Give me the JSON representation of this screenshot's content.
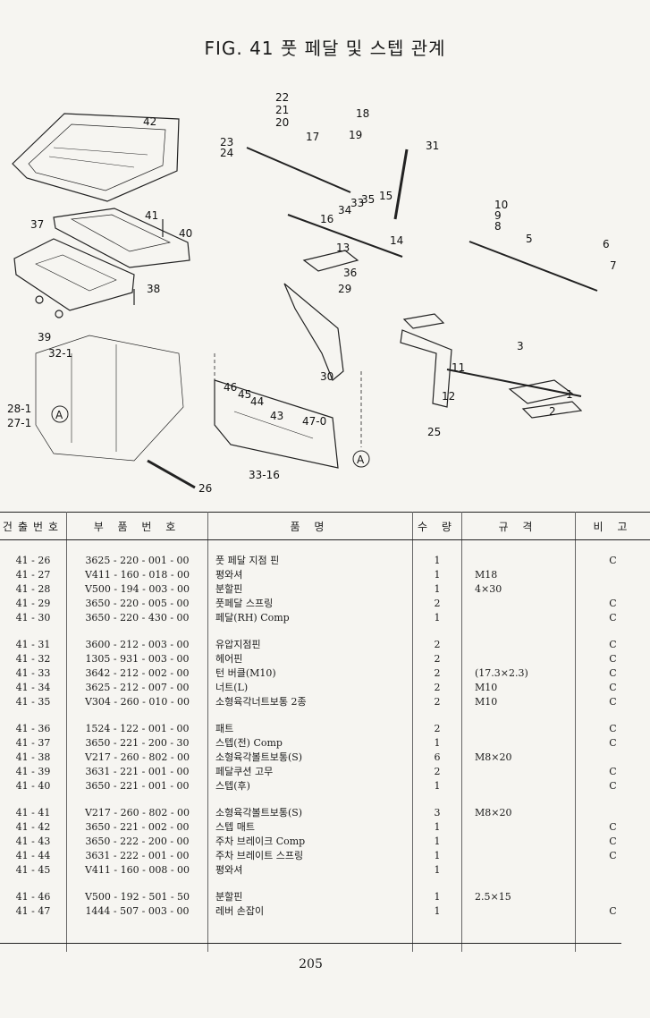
{
  "title": "FIG. 41 풋 페달 및 스텝 관계",
  "callouts": [
    "42",
    "41",
    "40",
    "37",
    "38",
    "39",
    "32-1",
    "28-1",
    "27-1",
    "22",
    "21",
    "20",
    "18",
    "19",
    "17",
    "23",
    "24",
    "31",
    "15",
    "35",
    "34",
    "33",
    "16",
    "14",
    "13",
    "36",
    "29",
    "30",
    "25",
    "11",
    "12",
    "10",
    "9",
    "8",
    "5",
    "6",
    "7",
    "1",
    "2",
    "3",
    "26",
    "33-16",
    "46",
    "45",
    "44",
    "43",
    "47-0"
  ],
  "callout_labels": {
    "a": "A"
  },
  "headers": {
    "no": "건출번호",
    "pn": "부 품 번 호",
    "nm": "품 명",
    "qty": "수 량",
    "spec": "규 격",
    "rem": "비 고"
  },
  "groups": [
    [
      {
        "no": "41 - 26",
        "pn": "3625 - 220 - 001 - 00",
        "nm": "풋 페달 지점 핀",
        "qty": "1",
        "spec": "",
        "rem": "C"
      },
      {
        "no": "41 - 27",
        "pn": "V411 - 160 - 018 - 00",
        "nm": "평와셔",
        "qty": "1",
        "spec": "M18",
        "rem": ""
      },
      {
        "no": "41 - 28",
        "pn": "V500 - 194 - 003 - 00",
        "nm": "분할핀",
        "qty": "1",
        "spec": "4×30",
        "rem": ""
      },
      {
        "no": "41 - 29",
        "pn": "3650 - 220 - 005 - 00",
        "nm": "풋페달 스프링",
        "qty": "2",
        "spec": "",
        "rem": "C"
      },
      {
        "no": "41 - 30",
        "pn": "3650 - 220 - 430 - 00",
        "nm": "페달(RH) Comp",
        "qty": "1",
        "spec": "",
        "rem": "C"
      }
    ],
    [
      {
        "no": "41 - 31",
        "pn": "3600 - 212 - 003 - 00",
        "nm": "유압지점핀",
        "qty": "2",
        "spec": "",
        "rem": "C"
      },
      {
        "no": "41 - 32",
        "pn": "1305 - 931 - 003 - 00",
        "nm": "헤어핀",
        "qty": "2",
        "spec": "",
        "rem": "C"
      },
      {
        "no": "41 - 33",
        "pn": "3642 - 212 - 002 - 00",
        "nm": "턴 버클(M10)",
        "qty": "2",
        "spec": "(17.3×2.3)",
        "rem": "C"
      },
      {
        "no": "41 - 34",
        "pn": "3625 - 212 - 007 - 00",
        "nm": "너트(L)",
        "qty": "2",
        "spec": "M10",
        "rem": "C"
      },
      {
        "no": "41 - 35",
        "pn": "V304 - 260 - 010 - 00",
        "nm": "소형육각너트보통 2종",
        "qty": "2",
        "spec": "M10",
        "rem": "C"
      }
    ],
    [
      {
        "no": "41 - 36",
        "pn": "1524 - 122 - 001 - 00",
        "nm": "패트",
        "qty": "2",
        "spec": "",
        "rem": "C"
      },
      {
        "no": "41 - 37",
        "pn": "3650 - 221 - 200 - 30",
        "nm": "스텝(전) Comp",
        "qty": "1",
        "spec": "",
        "rem": "C"
      },
      {
        "no": "41 - 38",
        "pn": "V217 - 260 - 802 - 00",
        "nm": "소형육각볼트보통(S)",
        "qty": "6",
        "spec": "M8×20",
        "rem": ""
      },
      {
        "no": "41 - 39",
        "pn": "3631 - 221 - 001 - 00",
        "nm": "페달쿠션 고무",
        "qty": "2",
        "spec": "",
        "rem": "C"
      },
      {
        "no": "41 - 40",
        "pn": "3650 - 221 - 001 - 00",
        "nm": "스텝(후)",
        "qty": "1",
        "spec": "",
        "rem": "C"
      }
    ],
    [
      {
        "no": "41 - 41",
        "pn": "V217 - 260 - 802 - 00",
        "nm": "소형육각볼트보통(S)",
        "qty": "3",
        "spec": "M8×20",
        "rem": ""
      },
      {
        "no": "41 - 42",
        "pn": "3650 - 221 - 002 - 00",
        "nm": "스텝 매트",
        "qty": "1",
        "spec": "",
        "rem": "C"
      },
      {
        "no": "41 - 43",
        "pn": "3650 - 222 - 200 - 00",
        "nm": "주차 브레이크 Comp",
        "qty": "1",
        "spec": "",
        "rem": "C"
      },
      {
        "no": "41 - 44",
        "pn": "3631 - 222 - 001 - 00",
        "nm": "주차 브레이트 스프링",
        "qty": "1",
        "spec": "",
        "rem": "C"
      },
      {
        "no": "41 - 45",
        "pn": "V411 - 160 - 008 - 00",
        "nm": "평와셔",
        "qty": "1",
        "spec": "",
        "rem": ""
      }
    ],
    [
      {
        "no": "41 - 46",
        "pn": "V500 - 192 - 501 - 50",
        "nm": "분할핀",
        "qty": "1",
        "spec": "2.5×15",
        "rem": ""
      },
      {
        "no": "41 - 47",
        "pn": "1444 - 507 - 003 - 00",
        "nm": "레버 손잡이",
        "qty": "1",
        "spec": "",
        "rem": "C"
      }
    ]
  ],
  "page_number": "205"
}
